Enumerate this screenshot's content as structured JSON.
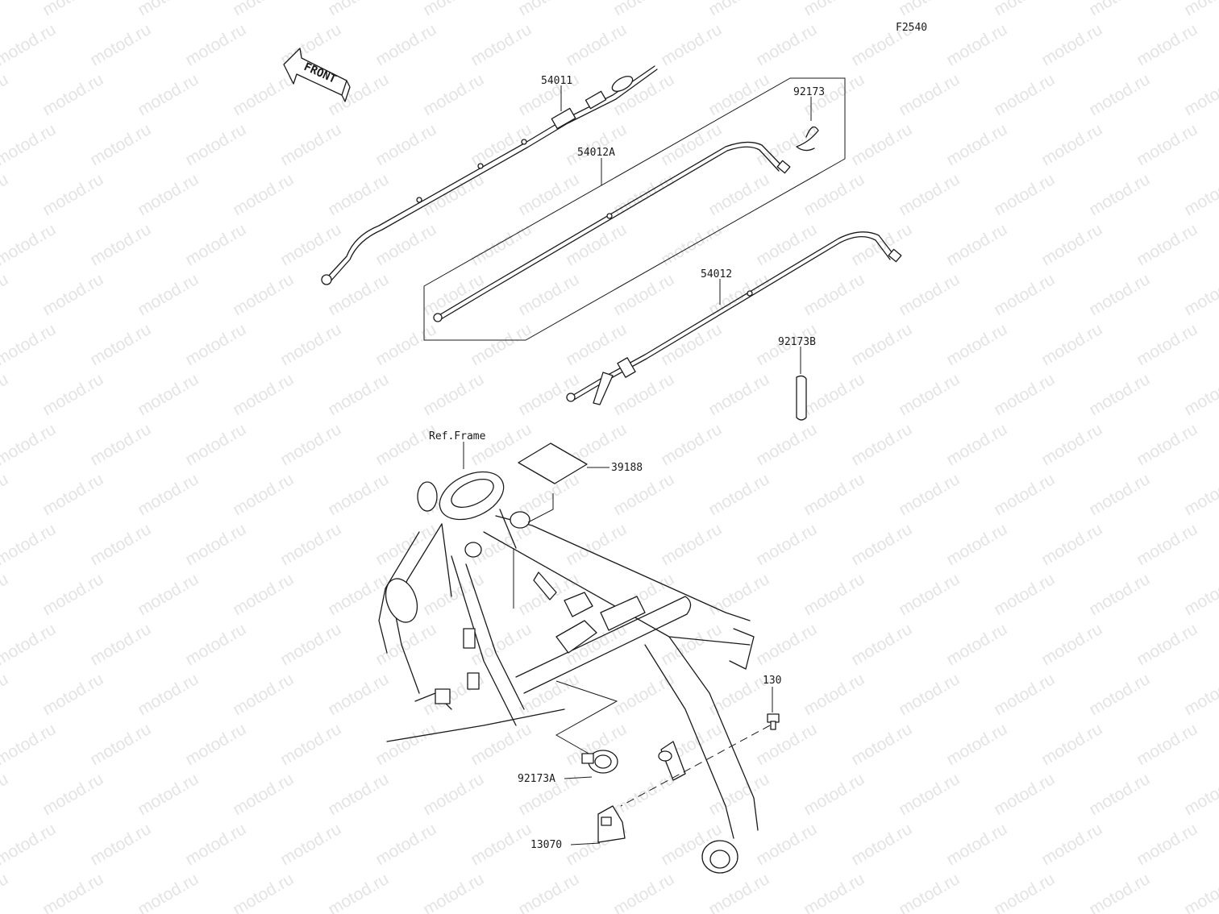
{
  "watermark": "motod.ru",
  "figure_code": "F2540",
  "front_arrow_label": "FRONT",
  "callouts": [
    {
      "id": "54011",
      "text": "54011"
    },
    {
      "id": "54012A",
      "text": "54012A"
    },
    {
      "id": "92173",
      "text": "92173"
    },
    {
      "id": "54012",
      "text": "54012"
    },
    {
      "id": "92173B",
      "text": "92173B"
    },
    {
      "id": "ref-frame",
      "text": "Ref.Frame"
    },
    {
      "id": "39188",
      "text": "39188"
    },
    {
      "id": "130",
      "text": "130"
    },
    {
      "id": "92173A",
      "text": "92173A"
    },
    {
      "id": "13070",
      "text": "13070"
    }
  ]
}
